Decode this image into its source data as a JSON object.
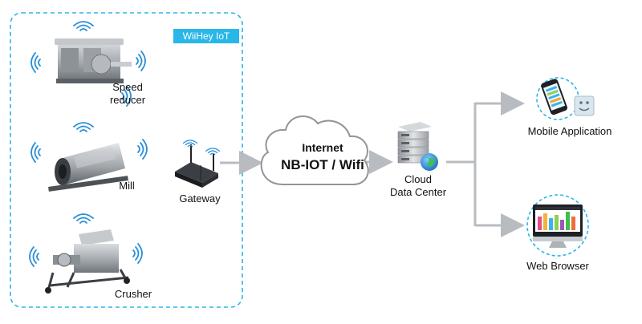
{
  "brand": {
    "badge": "WiiHey IoT",
    "accent": "#29b6e8"
  },
  "machines": {
    "speed_reducer": {
      "line1": "Speed",
      "line2": "reducer"
    },
    "mill": {
      "label": "Mill"
    },
    "crusher": {
      "label": "Crusher"
    }
  },
  "gateway": {
    "label": "Gateway"
  },
  "cloud": {
    "title": "Internet",
    "subtitle": "NB-IOT / Wifi"
  },
  "data_center": {
    "line1": "Cloud",
    "line2": "Data Center"
  },
  "endpoints": {
    "mobile": {
      "label": "Mobile Application"
    },
    "web": {
      "label": "Web Browser"
    }
  },
  "icons": [
    "wifi-signal-icon",
    "speed-reducer-icon",
    "ball-mill-icon",
    "crusher-icon",
    "gateway-router-icon",
    "cloud-icon",
    "server-rack-icon",
    "globe-icon",
    "smartphone-icon",
    "smiley-icon",
    "imac-icon"
  ],
  "colors": {
    "frame": "#29b6e8",
    "arrow": "#b8bcc0",
    "wifi": "#2a8fd6"
  }
}
